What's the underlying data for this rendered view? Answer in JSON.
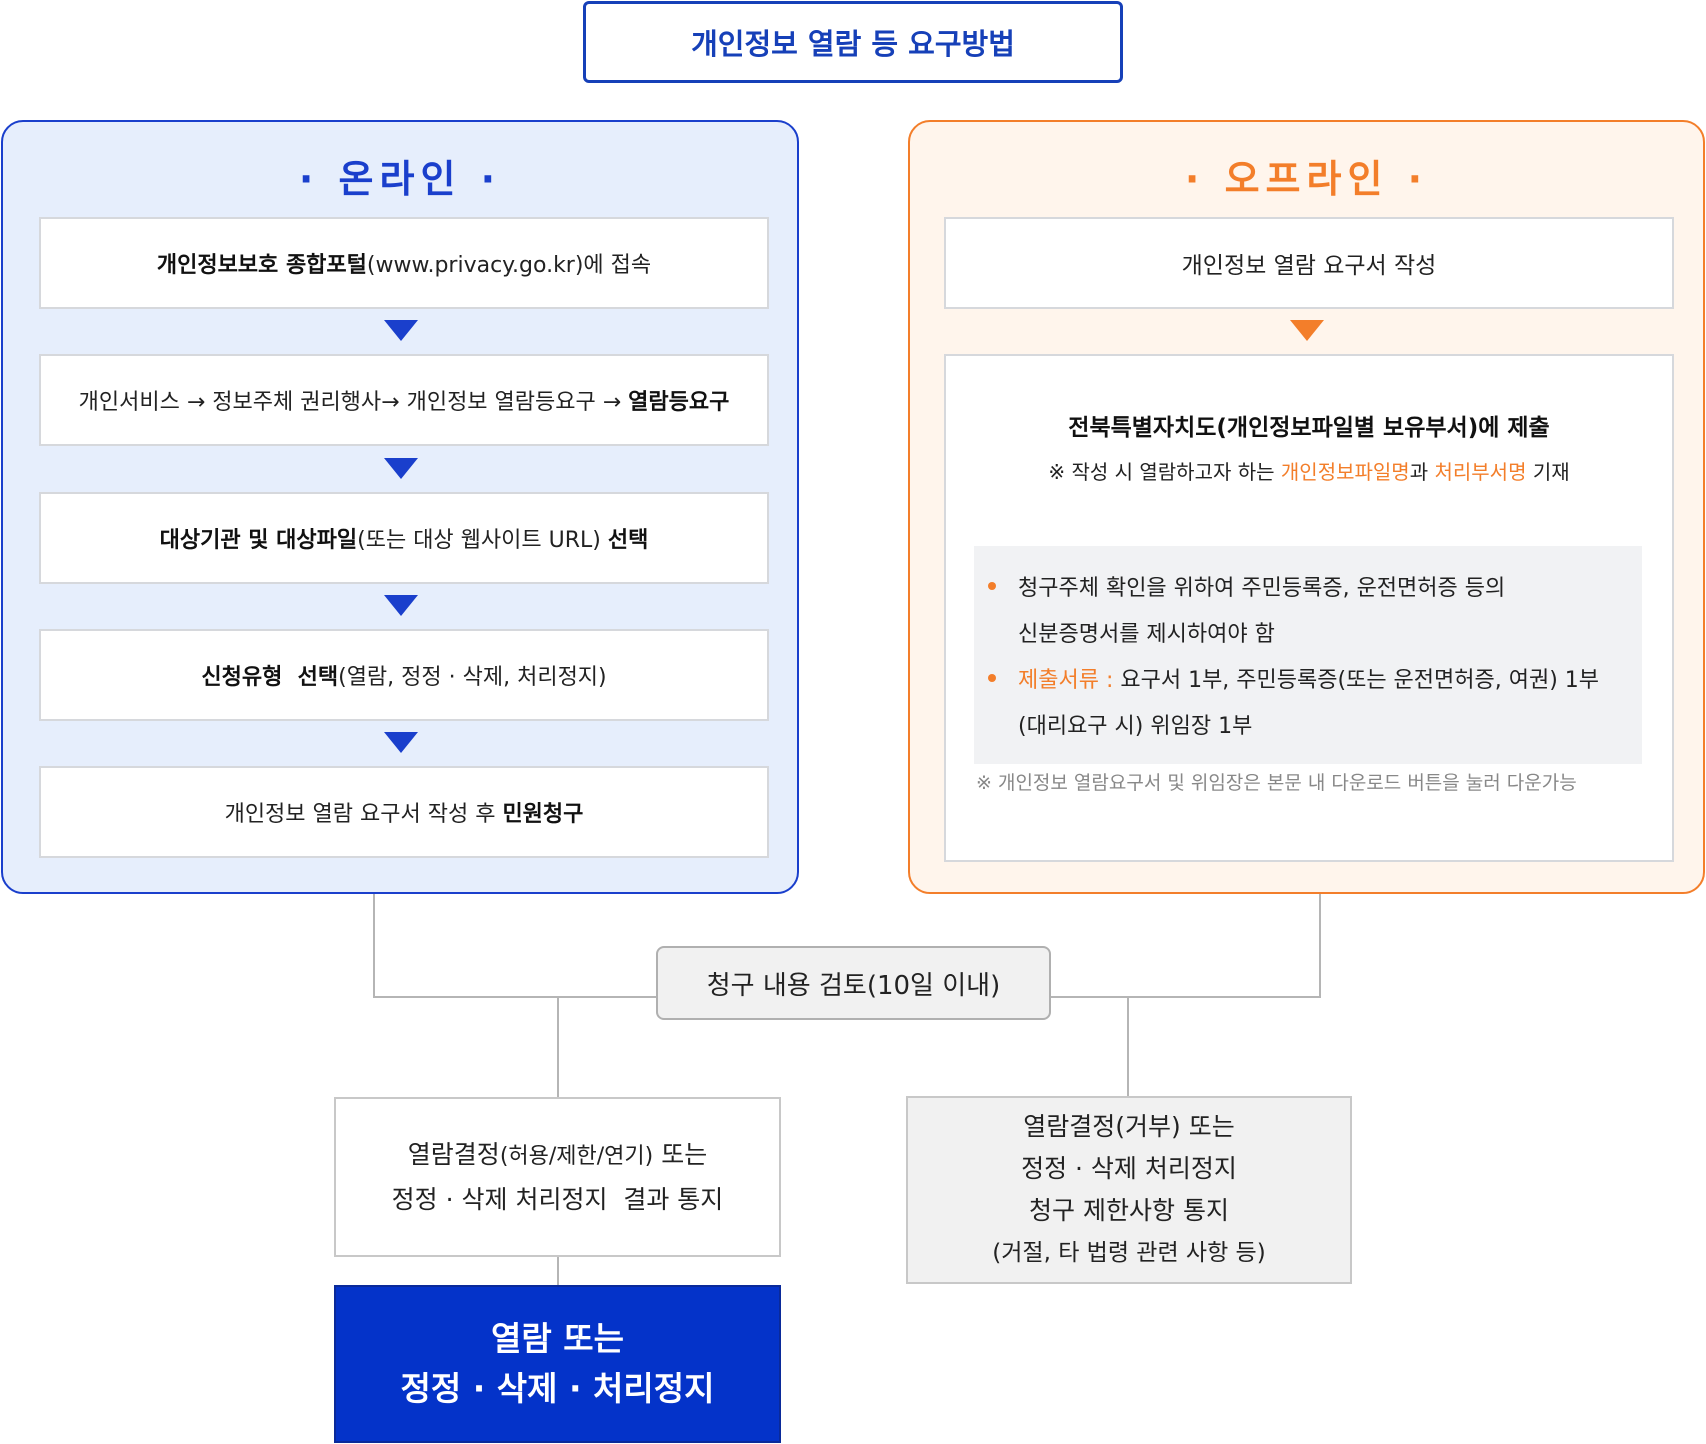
{
  "title": "개인정보 열람 등 요구방법",
  "online": {
    "heading": "· 온라인 ·",
    "steps": [
      {
        "bold": "개인정보보호 종합포털",
        "text": "(www.privacy.go.kr)에 접속"
      },
      {
        "text": "개인서비스 → 정보주체 권리행사→ 개인정보 열람등요구 → ",
        "bold": "열람등요구"
      },
      {
        "bold1": "대상기관 및 대상파일",
        "text": "(또는 대상 웹사이트 URL) ",
        "bold2": "선택"
      },
      {
        "bold": "신청유형  선택",
        "text": "(열람, 정정 · 삭제, 처리정지)"
      },
      {
        "text": "개인정보 열람 요구서 작성 후 ",
        "bold": "민원청구"
      }
    ]
  },
  "offline": {
    "heading": "· 오프라인 ·",
    "step1": "개인정보 열람 요구서 작성",
    "submit": "전북특별자치도(개인정보파일별 보유부서)에 제출",
    "note_prefix": "※ 작성 시 열람하고자 하는 ",
    "note_highlight1": "개인정보파일명",
    "note_mid": "과 ",
    "note_highlight2": "처리부서명",
    "note_suffix": " 기재",
    "bullet1_line1": "청구주체 확인을 위하여 주민등록증, 운전면허증 등의",
    "bullet1_line2": "신분증명서를 제시하여야 함",
    "bullet2_label": "제출서류 : ",
    "bullet2_line1": "요구서 1부, 주민등록증(또는 운전면허증, 여권) 1부",
    "bullet2_line2": "(대리요구 시) 위임장 1부",
    "download_note": "※ 개인정보 열람요구서 및 위임장은 본문 내 다운로드 버튼을 눌러 다운가능"
  },
  "review": "청구 내용 검토(10일 이내)",
  "decision_left": {
    "line1_a": "열람결정",
    "line1_b": "(허용/제한/연기)",
    "line1_c": " 또는",
    "line2": "정정 · 삭제 처리정지  결과 통지"
  },
  "decision_right": {
    "line1": "열람결정(거부) 또는",
    "line2": "정정 · 삭제 처리정지",
    "line3": "청구 제한사항 통지",
    "line4": "(거절, 타 법령 관련 사항 등)"
  },
  "result": {
    "line1": "열람 또는",
    "line2": "정정 · 삭제 · 처리정지"
  },
  "colors": {
    "online_accent": "#1a3fcc",
    "offline_accent": "#f37e2a",
    "result_fill": "#0433c9"
  }
}
